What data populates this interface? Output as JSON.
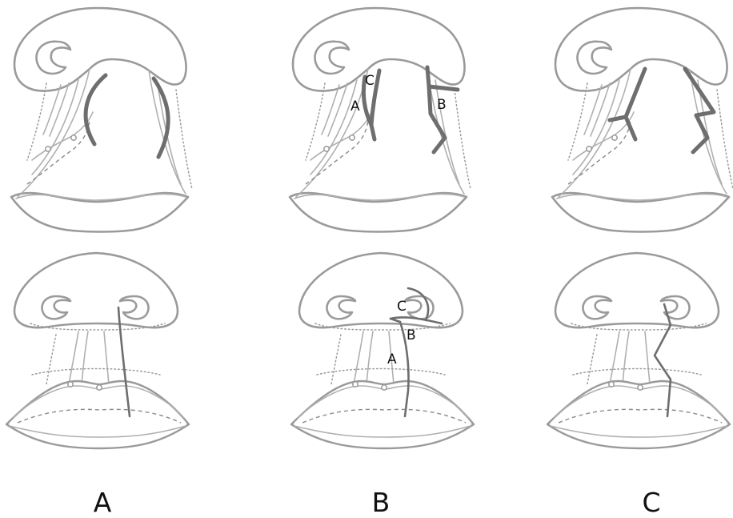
{
  "panels": [
    {
      "label": "A",
      "top_marks": [],
      "bottom_marks": []
    },
    {
      "label": "B",
      "top_marks": [
        "C",
        "A",
        "B"
      ],
      "bottom_marks": [
        "C",
        "B",
        "A"
      ]
    },
    {
      "label": "C",
      "top_marks": [],
      "bottom_marks": []
    }
  ],
  "colors": {
    "outline": "#9a9a9a",
    "incision": "#6e6e6e",
    "text": "#111111"
  }
}
